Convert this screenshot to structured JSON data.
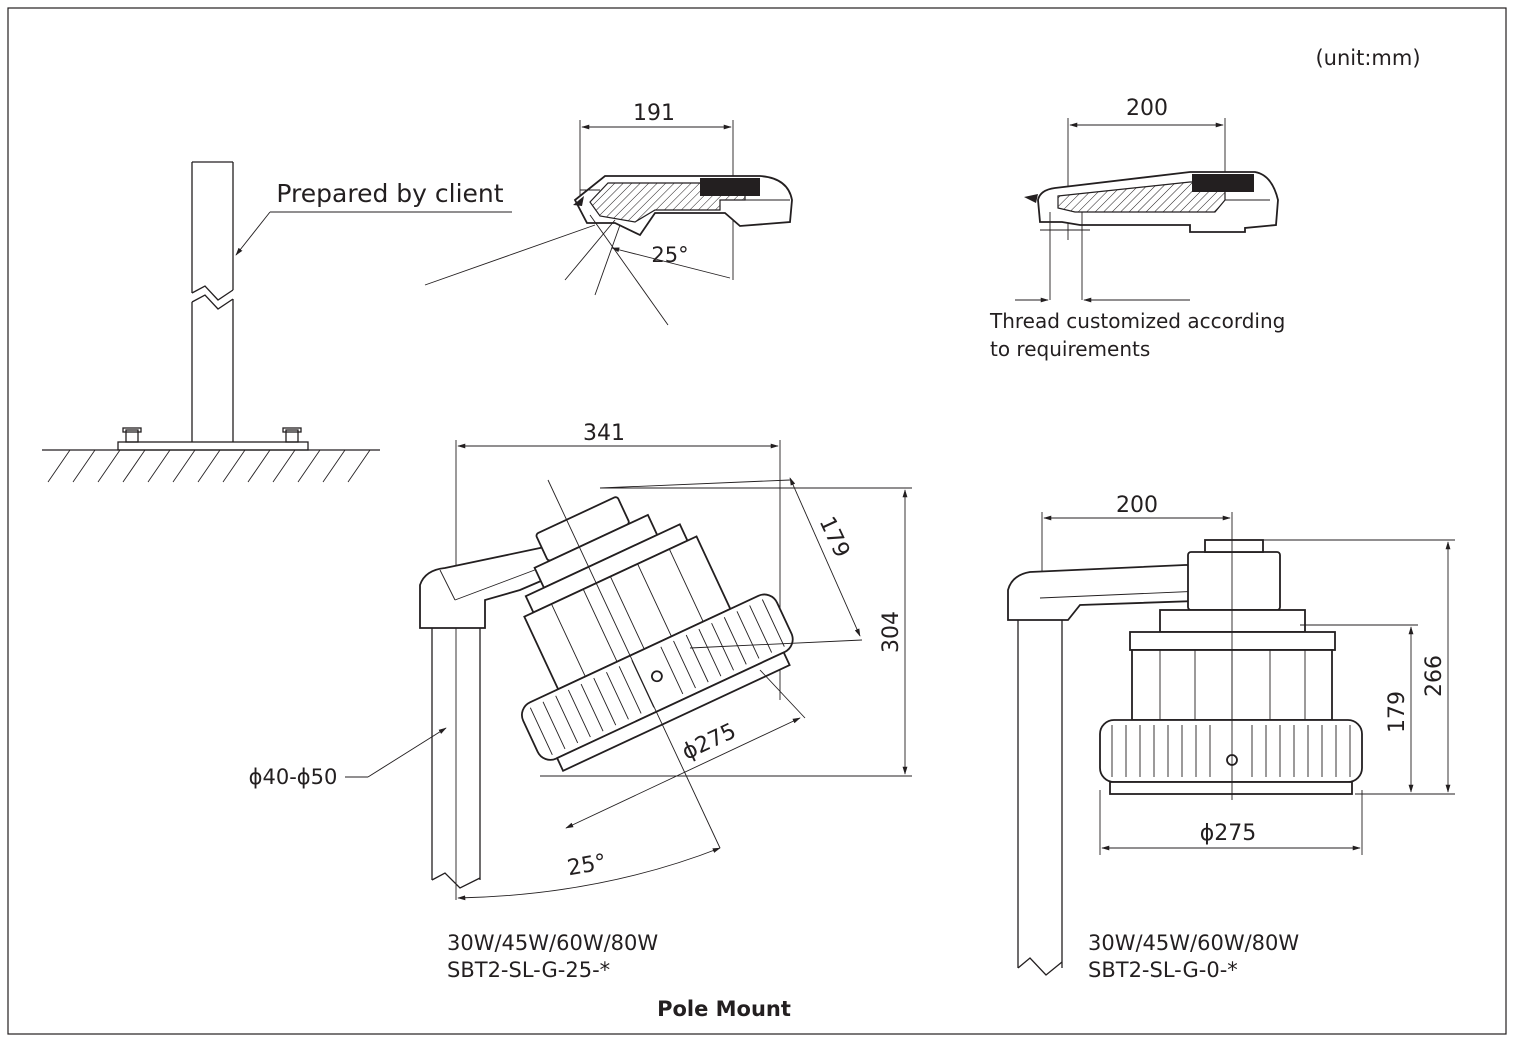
{
  "unit_note": "(unit:mm)",
  "pole_detail": {
    "label": "Prepared by client"
  },
  "side_tilted": {
    "width_dim": "191",
    "angle_dim": "25°"
  },
  "side_straight": {
    "width_dim": "200",
    "thread_note_line1": "Thread customized according",
    "thread_note_line2": "to requirements"
  },
  "front_tilted": {
    "width_dim": "341",
    "depth_dim": "179",
    "height_dim": "304",
    "diameter_dim": "ϕ275",
    "pole_dim": "ϕ40-ϕ50",
    "angle_dim": "25°",
    "model_line1": "30W/45W/60W/80W",
    "model_line2": "SBT2-SL-G-25-*"
  },
  "front_straight": {
    "width_dim": "200",
    "depth_dim": "179",
    "height_dim": "266",
    "diameter_dim": "ϕ275",
    "model_line1": "30W/45W/60W/80W",
    "model_line2": "SBT2-SL-G-0-*"
  },
  "caption": "Pole Mount"
}
